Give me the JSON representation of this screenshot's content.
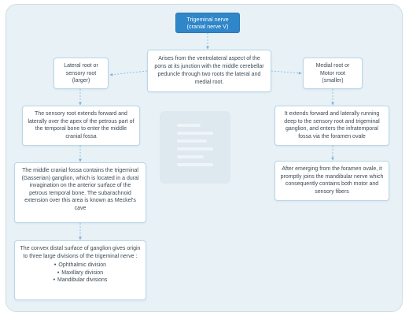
{
  "diagram": {
    "title": {
      "line1": "Trigeminal nerve",
      "line2": "(cranial nerve V)"
    },
    "center_note": "Arises from the ventrolateral aspect of the pons at its junction with the middle cerebellar peduncle through two roots the lateral and medial root.",
    "lateral_root": {
      "line1": "Lateral root or",
      "line2": "sensory root",
      "line3": "(larger)"
    },
    "medial_root": {
      "line1": "Medial root or",
      "line2": "Motor root",
      "line3": "(smaller)"
    },
    "sensory_course": "The sensory root extends forward and laterally over the apex of the petrous part of the temporal bone to enter the middle cranial fossa",
    "ganglion": "The middle cranial fossa contains the trigeminal (Gasserian) ganglion, which is located in a dural invagination on the anterior surface of the petrous temporal bone. The subarachnoid extension over this area is known as Meckel's cave",
    "divisions": {
      "intro": "The convex distal surface of ganglion gives origin to three large divisions of the trigeminal nerve :",
      "items": [
        "Ophthalmic division",
        "Maxillary division",
        "Mandibular divisions"
      ]
    },
    "motor_course": "It extends forward and laterally running deep to the sensory root and trigeminal ganglion, and enters the infratemporal fossa via the foramen ovale",
    "mandibular_join": "After emerging from the foramen ovale, it promptly joins the mandibular nerve which consequently contains both motor and sensory fibers"
  },
  "colors": {
    "background": "#e8f1f6",
    "title_fill": "#2f86c9",
    "node_border": "#b9d6ea",
    "connector": "#7fb6df",
    "text": "#3a4a55"
  }
}
